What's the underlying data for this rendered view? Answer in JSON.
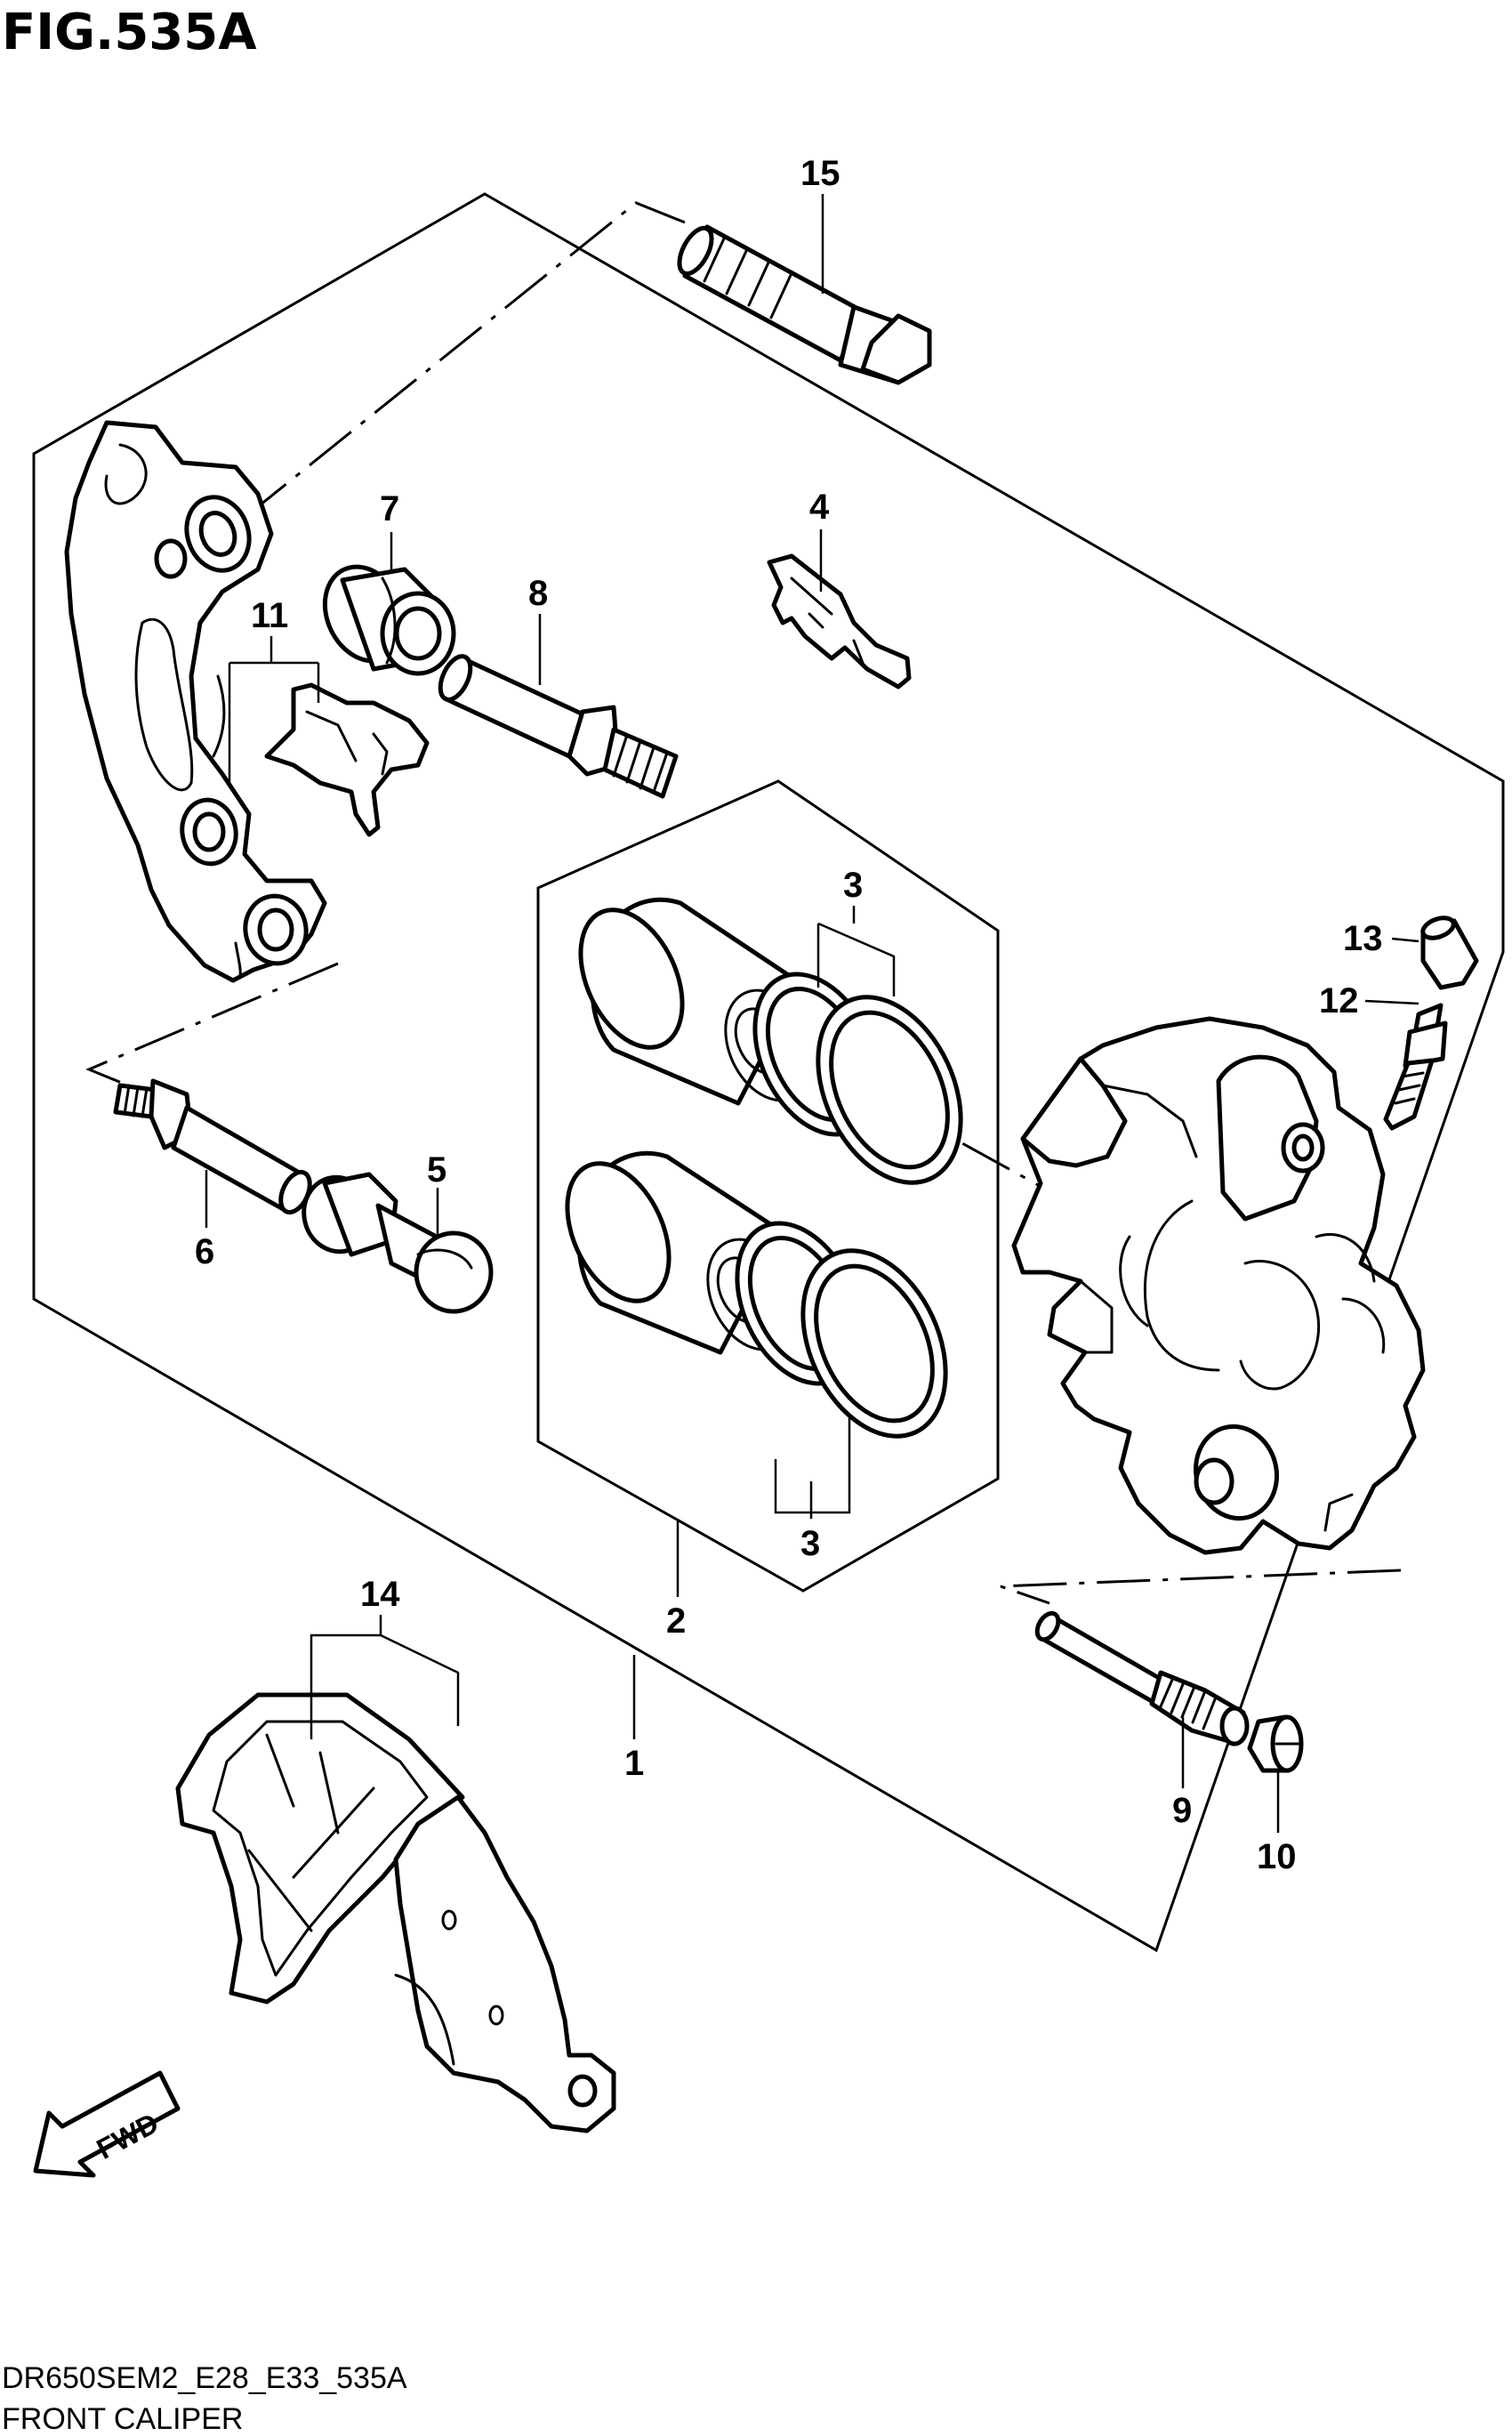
{
  "figure": {
    "title": "FIG.535A",
    "model_code": "DR650SEM2_E28_E33_535A",
    "caption": "FRONT CALIPER",
    "direction_label": "FWD"
  },
  "callouts": [
    {
      "id": "c15",
      "label": "15"
    },
    {
      "id": "c7",
      "label": "7"
    },
    {
      "id": "c4",
      "label": "4"
    },
    {
      "id": "c8",
      "label": "8"
    },
    {
      "id": "c11",
      "label": "11"
    },
    {
      "id": "c3a",
      "label": "3"
    },
    {
      "id": "c13",
      "label": "13"
    },
    {
      "id": "c12",
      "label": "12"
    },
    {
      "id": "c5",
      "label": "5"
    },
    {
      "id": "c6",
      "label": "6"
    },
    {
      "id": "c3b",
      "label": "3"
    },
    {
      "id": "c2",
      "label": "2"
    },
    {
      "id": "c14",
      "label": "14"
    },
    {
      "id": "c1",
      "label": "1"
    },
    {
      "id": "c9",
      "label": "9"
    },
    {
      "id": "c10",
      "label": "10"
    }
  ],
  "colors": {
    "line": "#000000",
    "background": "#ffffff"
  }
}
